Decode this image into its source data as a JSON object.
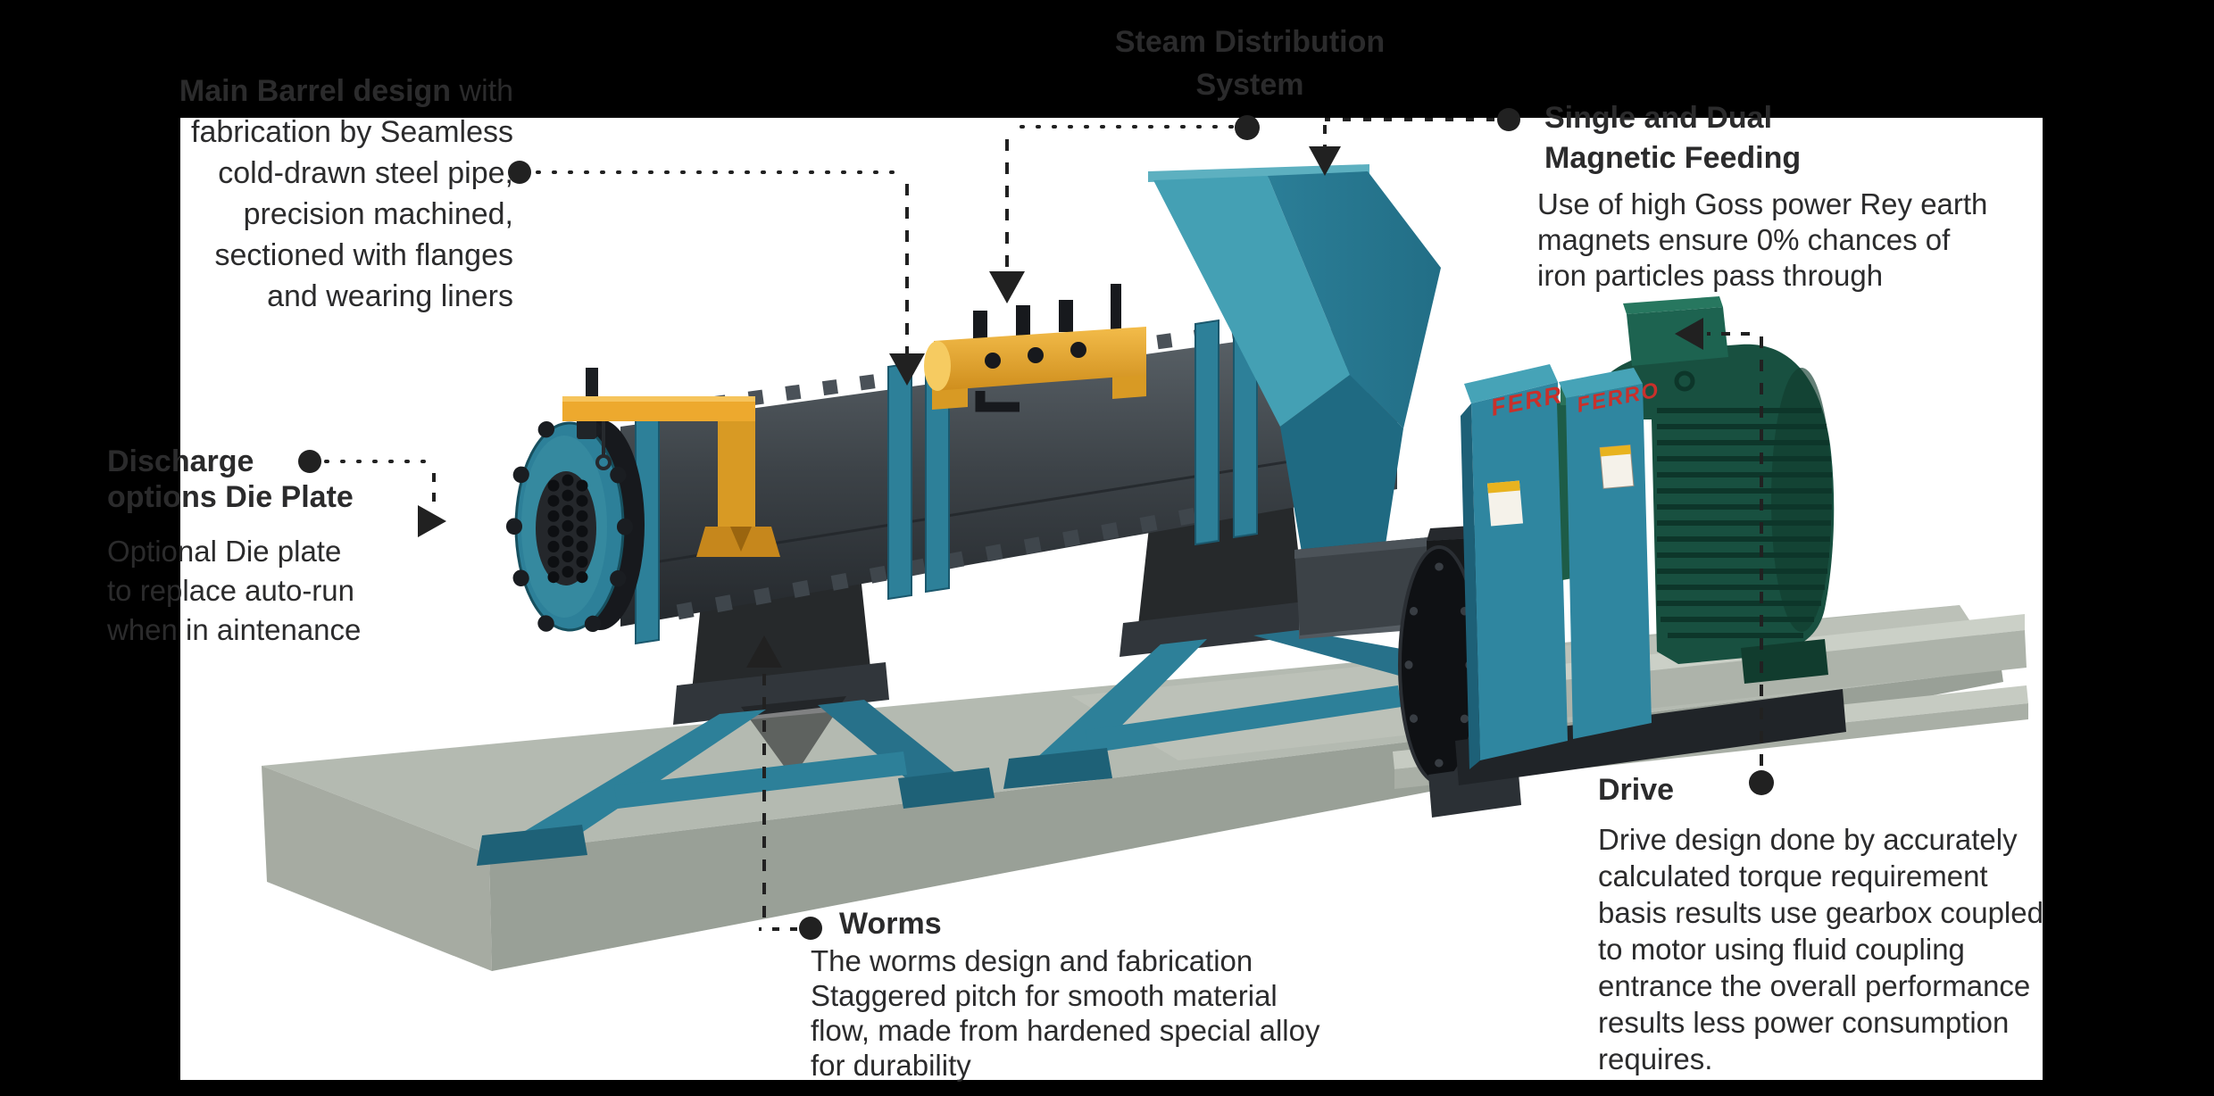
{
  "page": {
    "background": "#000000",
    "panel_background": "#ffffff",
    "ink_color": "#2b2b2c"
  },
  "machine": {
    "brand": "FERRO",
    "colors": {
      "teal": "#2d8099",
      "teal_light": "#46a3b7",
      "teal_dark": "#1d6077",
      "barrel_gray": "#3a4045",
      "yellow": "#eda92e",
      "motor_green": "#185040",
      "brand_red": "#c9302b",
      "concrete": "#b4bab1",
      "connector": "#212121"
    }
  },
  "annotations": {
    "main_barrel": {
      "title_bold": "Main Barrel design",
      "title_rest": " with",
      "lines": [
        "fabrication by Seamless",
        "cold-drawn steel pipe,",
        "precision machined,",
        "sectioned with flanges",
        "and wearing liners"
      ]
    },
    "steam": {
      "title_lines": [
        "Steam Distribution",
        "System"
      ]
    },
    "magnetic": {
      "title_lines": [
        "Single and Dual",
        "Magnetic Feeding"
      ],
      "body_lines": [
        "Use of high Goss power Rey earth",
        "magnets ensure 0% chances of",
        "iron particles pass through"
      ]
    },
    "discharge": {
      "title_lines": [
        "Discharge",
        "options Die Plate"
      ],
      "body_lines": [
        "Optional Die plate",
        "to replace auto-run",
        "when in aintenance"
      ]
    },
    "worms": {
      "title": "Worms",
      "body_lines": [
        "The worms design and fabrication",
        "Staggered pitch for smooth material",
        "flow, made from hardened special alloy",
        "for durability"
      ]
    },
    "drive": {
      "title": "Drive",
      "body_lines": [
        "Drive design done by accurately",
        "calculated torque requirement",
        "basis results use gearbox coupled",
        "to motor using fluid coupling",
        "entrance the overall performance",
        "results less power consumption",
        "requires."
      ]
    }
  }
}
